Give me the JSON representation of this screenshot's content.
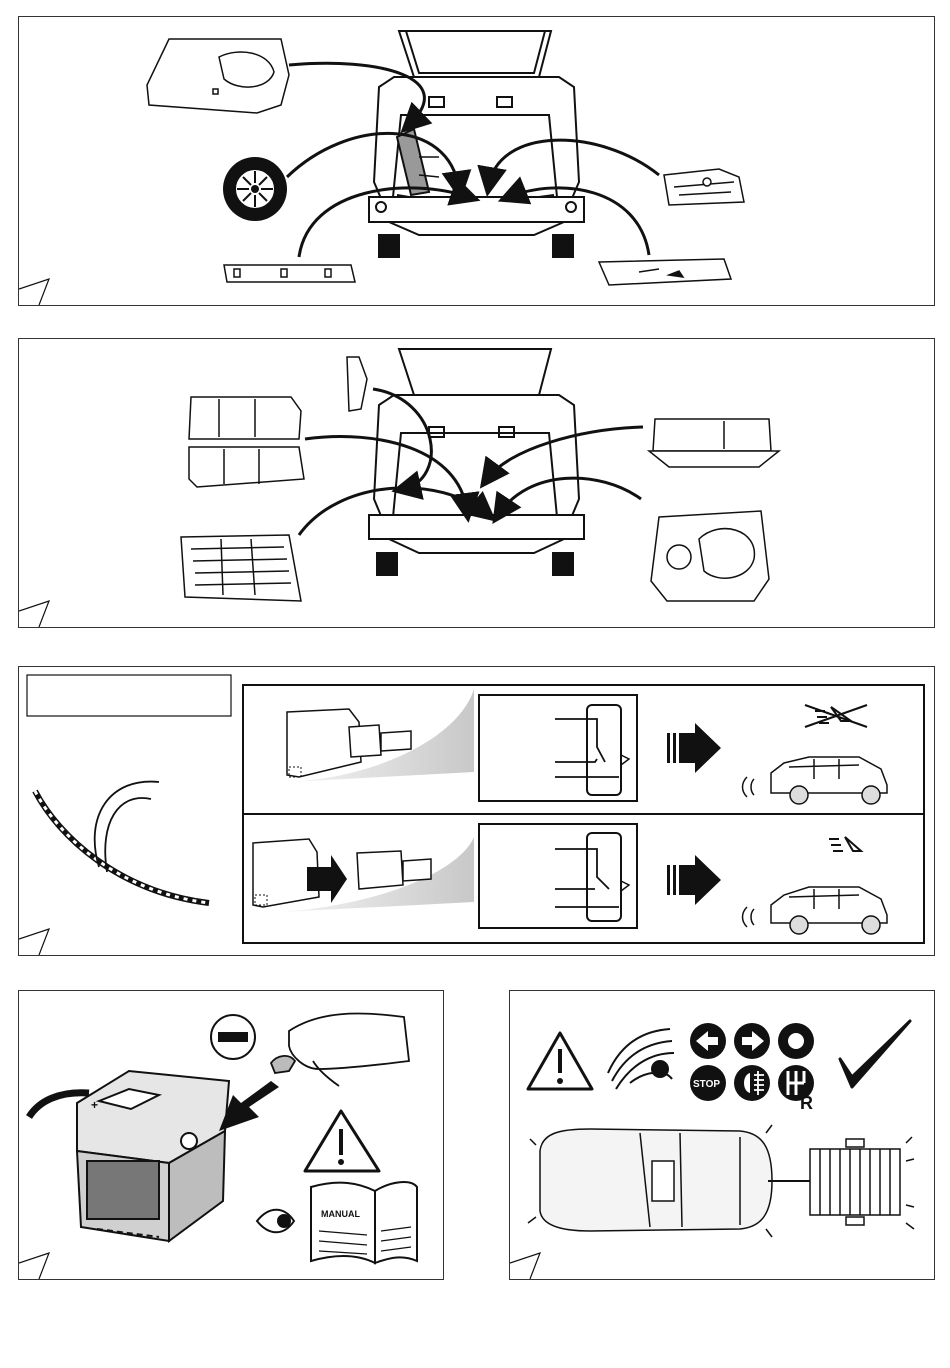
{
  "stop_sign": {
    "label": "STOP"
  },
  "manual_book": {
    "label": "MANUAL"
  },
  "battery": {
    "plus_label": "+"
  },
  "gear_icon": {
    "label": "R"
  },
  "colors": {
    "ink": "#111111",
    "shade": "#cfcfcf",
    "white": "#ffffff"
  },
  "icons": [
    "car-rear-open-tailgate-icon",
    "side-trim-panel-icon",
    "spare-wheel-icon",
    "jack-tool-icon",
    "sill-trim-icon",
    "rear-trim-icon",
    "cargo-cover-icon",
    "side-cover-icon",
    "floor-board-icon",
    "storage-tray-icon",
    "floor-tub-icon",
    "cable-harness-icon",
    "connector-icon",
    "switch-schematic-icon",
    "arrow-right-icon",
    "car-side-icon",
    "fog-lamp-crossed-icon",
    "fog-lamp-icon",
    "battery-icon",
    "minus-icon",
    "hand-icon",
    "warning-triangle-icon",
    "eye-icon",
    "manual-book-icon",
    "left-indicator-icon",
    "right-indicator-icon",
    "hazard-lamp-icon",
    "stop-icon",
    "fog-light-icon",
    "reverse-gear-icon",
    "check-mark-icon",
    "car-top-view-icon",
    "trailer-icon"
  ]
}
